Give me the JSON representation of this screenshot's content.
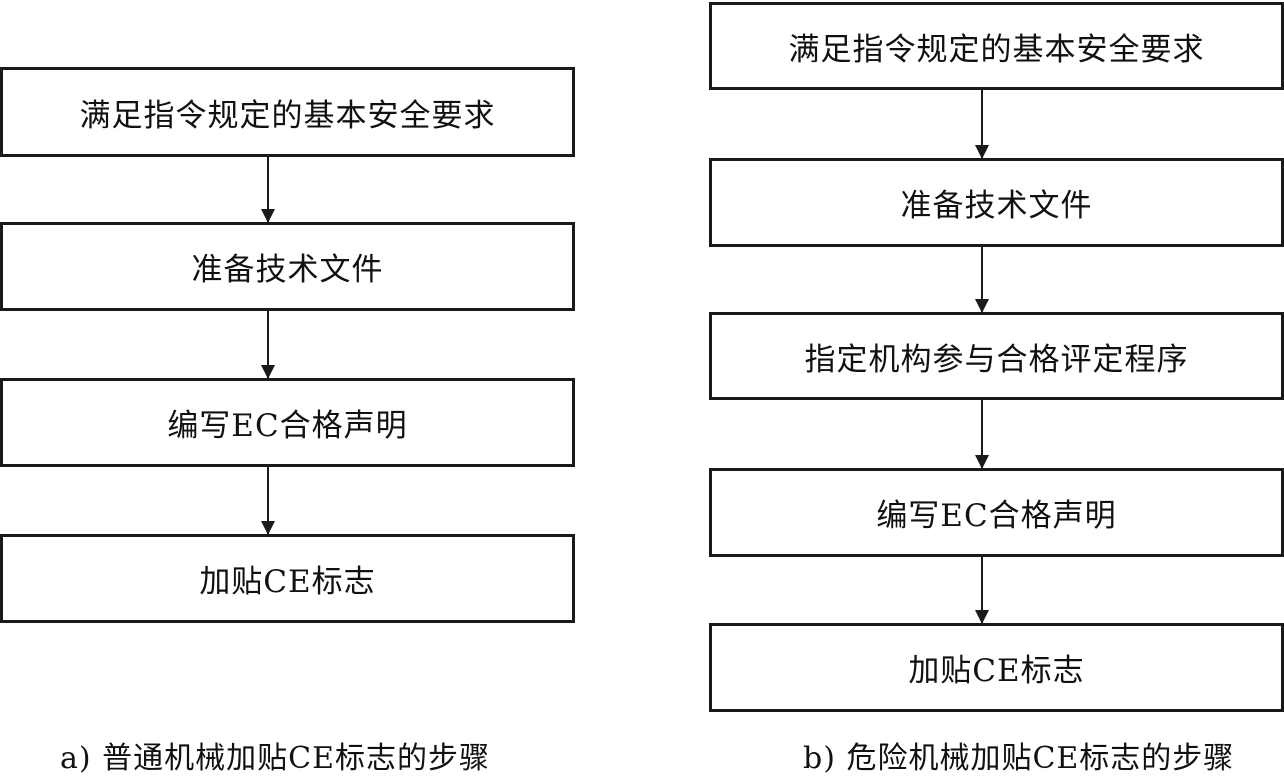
{
  "flow_a": {
    "steps": [
      "满足指令规定的基本安全要求",
      "准备技术文件",
      "编写EC合格声明",
      "加贴CE标志"
    ],
    "caption": "a) 普通机械加贴CE标志的步骤"
  },
  "flow_b": {
    "steps": [
      "满足指令规定的基本安全要求",
      "准备技术文件",
      "指定机构参与合格评定程序",
      "编写EC合格声明",
      "加贴CE标志"
    ],
    "caption": "b) 危险机械加贴CE标志的步骤"
  }
}
